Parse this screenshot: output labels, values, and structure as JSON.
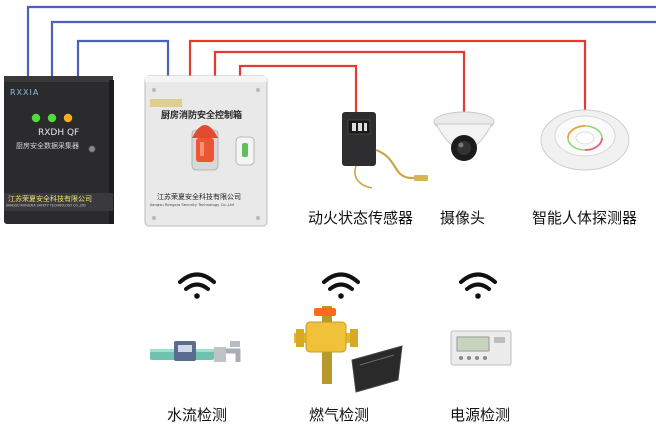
{
  "collector": {
    "brand": "RXXIA",
    "model": "RXDH QF",
    "subtitle": "厨房安全数据采集器",
    "company_cn": "江苏荣夏安全科技有限公司",
    "company_en": "JIANGSU RONGXIA SAFETY TECHNOLOGY CO.,LTD",
    "led_colors": [
      "#4fdc3a",
      "#4fdc3a",
      "#ffae1a"
    ]
  },
  "controlbox": {
    "title": "厨房消防安全控制箱",
    "company_cn": "江苏荣夏安全科技有限公司",
    "company_en": "Jiangsu Rongxia Security Technology Co.,Ltd"
  },
  "devices": [
    {
      "label": "动火状态传感器",
      "icon": "fire-state-sensor-icon"
    },
    {
      "label": "摄像头",
      "icon": "dome-camera-icon"
    },
    {
      "label": "智能人体探测器",
      "icon": "human-body-detector-icon"
    }
  ],
  "wireless": [
    {
      "label": "水流检测",
      "icon": "water-flow-meter-icon"
    },
    {
      "label": "燃气检测",
      "icon": "gas-valve-icon"
    },
    {
      "label": "电源检测",
      "icon": "power-meter-icon"
    }
  ],
  "colors": {
    "blue_wire": "#4b62b8",
    "red_wire": "#e23c32",
    "panel_dark": "#2b2b2e",
    "panel_light": "#e9e9ea"
  }
}
